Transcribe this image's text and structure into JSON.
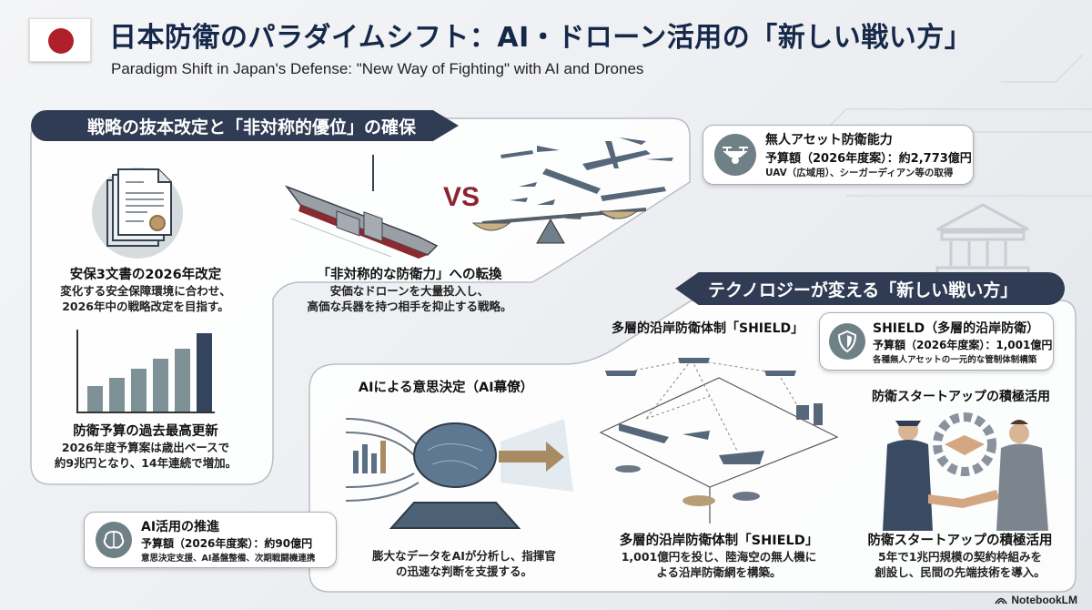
{
  "header": {
    "title": "日本防衛のパラダイムシフト：AI・ドローン活用の「新しい戦い方」",
    "subtitle": "Paradigm Shift in Japan's Defense: \"New Way of Fighting\" with AI and Drones",
    "flag_icon": "japan-flag-icon"
  },
  "section1": {
    "heading": "戦略の抜本改定と「非対称的優位」の確保",
    "documents": {
      "title": "安保3文書の2026年改定",
      "body_line1": "変化する安全保障環境に合わせ、",
      "body_line2": "2026年中の戦略改定を目指す。"
    },
    "budget": {
      "title": "防衛予算の過去最高更新",
      "body_line1": "2026年度予算案は歳出ベースで",
      "body_line2": "約9兆円となり、14年連続で増加。",
      "bar_levels": [
        0.33,
        0.43,
        0.55,
        0.67,
        0.8,
        1.0
      ]
    },
    "asymmetric": {
      "vs_label": "VS",
      "title": "「非対称的な防衛力」への転換",
      "body_line1": "安価なドローンを大量投入し、",
      "body_line2": "高価な兵器を持つ相手を抑止する戦略。"
    },
    "unmanned_callout": {
      "line1": "無人アセット防衛能力",
      "line2": "予算額（2026年度案）：約2,773億円",
      "line3": "UAV（広域用）、シーガーディアン等の取得",
      "icon": "drone-icon"
    }
  },
  "section2": {
    "heading": "テクノロジーが変える「新しい戦い方」",
    "ai_decision": {
      "title": "AIによる意思決定（AI幕僚）",
      "body_line1": "膨大なデータをAIが分析し、指揮官",
      "body_line2": "の迅速な判断を支援する。"
    },
    "ai_callout": {
      "line1": "AI活用の推進",
      "line2": "予算額（2026年度案）：約90億円",
      "line3": "意思決定支援、AI基盤整備、次期戦闘機連携",
      "icon": "brain-icon"
    },
    "shield": {
      "top_title": "多層的沿岸防衛体制「SHIELD」",
      "title": "多層的沿岸防衛体制「SHIELD」",
      "body_line1": "1,001億円を投じ、陸海空の無人機に",
      "body_line2": "よる沿岸防衛網を構築。"
    },
    "shield_callout": {
      "line1": "SHIELD（多層的沿岸防衛）",
      "line2": "予算額（2026年度案）：1,001億円",
      "line3": "各種無人アセットの一元的な管制体制構築",
      "icon": "shield-icon"
    },
    "startup": {
      "top_title": "防衛スタートアップの積極活用",
      "title": "防衛スタートアップの積極活用",
      "body_line1": "5年で1兆円規模の契約枠組みを",
      "body_line2": "創設し、民間の先端技術を導入。"
    }
  },
  "footer": {
    "brand": "NotebookLM"
  },
  "colors": {
    "navy": "#2f3c54",
    "title": "#16284a",
    "red": "#b0202a",
    "bar": "#7e9196",
    "accent_bar": "#34445f"
  }
}
